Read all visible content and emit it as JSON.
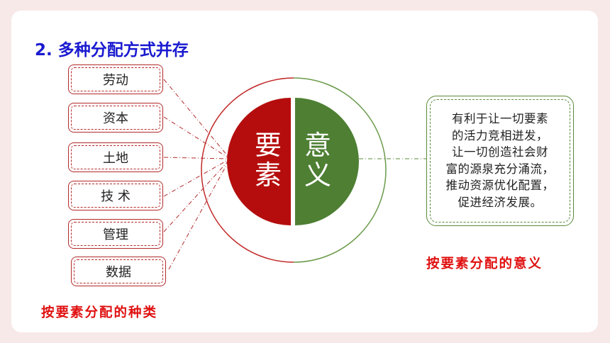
{
  "title": "2. 多种分配方式并存",
  "factors": [
    "劳动",
    "资本",
    "土地",
    "技 术",
    "管理",
    "数据"
  ],
  "circle": {
    "left_chars": [
      "要",
      "素"
    ],
    "right_chars": [
      "意",
      "义"
    ]
  },
  "meaning_lines": [
    "有利于让一切要素",
    "的活力竞相迸发，",
    "让一切创造社会财",
    "富的源泉充分涌流，",
    "推动资源优化配置，",
    "促进经济发展。"
  ],
  "caption_meaning": "按要素分配的意义",
  "caption_types": "按要素分配的种类",
  "colors": {
    "red": "#b50d0d",
    "green": "#4e7f33",
    "title_blue": "#1a1ad0",
    "caption_red": "#e01010"
  }
}
